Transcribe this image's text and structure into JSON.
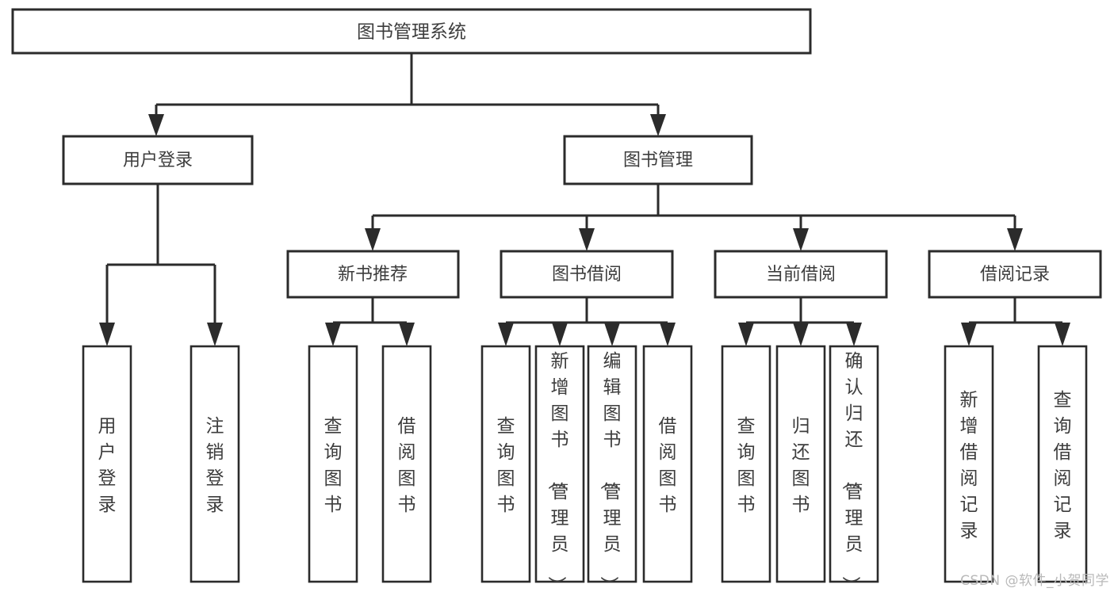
{
  "diagram": {
    "type": "tree-hierarchy",
    "title": "图书管理系统",
    "orientation": "top-down",
    "colors": {
      "box_fill": "#ffffff",
      "box_stroke": "#2b2b2b",
      "text": "#3d3d3d",
      "background": "#ffffff",
      "watermark": "#b9b9b9"
    },
    "root": {
      "id": "root",
      "label": "图书管理系统"
    },
    "level1": [
      {
        "id": "user-login",
        "label": "用户登录"
      },
      {
        "id": "book-manage",
        "label": "图书管理"
      }
    ],
    "level2": [
      {
        "id": "new-book-recommend",
        "label": "新书推荐",
        "parent": "book-manage"
      },
      {
        "id": "book-borrow",
        "label": "图书借阅",
        "parent": "book-manage"
      },
      {
        "id": "current-borrow",
        "label": "当前借阅",
        "parent": "book-manage"
      },
      {
        "id": "borrow-record",
        "label": "借阅记录",
        "parent": "book-manage"
      }
    ],
    "leaves": {
      "user-login": [
        {
          "id": "leaf-user-login",
          "label": "用户登录"
        },
        {
          "id": "leaf-user-logout",
          "label": "注销登录"
        }
      ],
      "new-book-recommend": [
        {
          "id": "leaf-query-book-1",
          "label": "查询图书"
        },
        {
          "id": "leaf-borrow-book-1",
          "label": "借阅图书"
        }
      ],
      "book-borrow": [
        {
          "id": "leaf-query-book-2",
          "label": "查询图书"
        },
        {
          "id": "leaf-add-book",
          "label": "新增图书（管理员）"
        },
        {
          "id": "leaf-edit-book",
          "label": "编辑图书（管理员）"
        },
        {
          "id": "leaf-borrow-book-2",
          "label": "借阅图书"
        }
      ],
      "current-borrow": [
        {
          "id": "leaf-query-book-3",
          "label": "查询图书"
        },
        {
          "id": "leaf-return-book",
          "label": "归还图书"
        },
        {
          "id": "leaf-confirm-return",
          "label": "确认归还（管理员）"
        }
      ],
      "borrow-record": [
        {
          "id": "leaf-add-record",
          "label": "新增借阅记录"
        },
        {
          "id": "leaf-query-record",
          "label": "查询借阅记录"
        }
      ]
    }
  },
  "watermark": {
    "text": "CSDN @软件_小贺同学"
  }
}
